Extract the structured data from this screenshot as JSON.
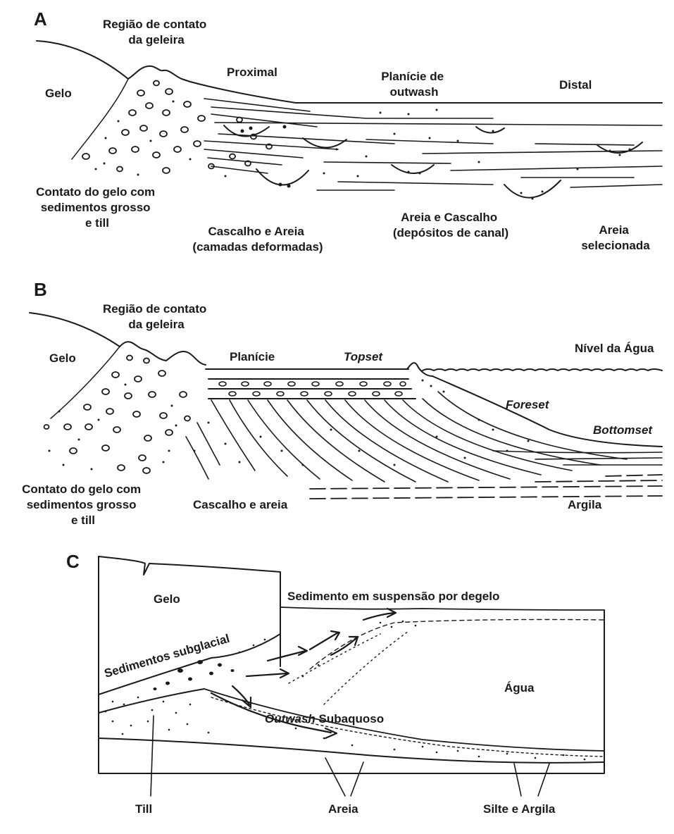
{
  "panel_a": {
    "letter": "A",
    "contact_region": [
      "Região de contato",
      "da geleira"
    ],
    "ice": "Gelo",
    "proximal": "Proximal",
    "outwash_plain": [
      "Planície de",
      "outwash"
    ],
    "distal": "Distal",
    "ice_contact": [
      "Contato do gelo com",
      "sedimentos grosso",
      "e till"
    ],
    "gravel_sand": [
      "Cascalho e Areia",
      "(camadas deformadas)"
    ],
    "sand_gravel": [
      "Areia e Cascalho",
      "(depósitos de canal)"
    ],
    "sorted_sand": [
      "Areia",
      "selecionada"
    ]
  },
  "panel_b": {
    "letter": "B",
    "contact_region": [
      "Região de contato",
      "da geleira"
    ],
    "ice": "Gelo",
    "plain": "Planície",
    "topset": "Topset",
    "water_level": "Nível da Água",
    "foreset": "Foreset",
    "bottomset": "Bottomset",
    "ice_contact": [
      "Contato do gelo com",
      "sedimentos grosso",
      "e till"
    ],
    "gravel_sand": "Cascalho e areia",
    "clay": "Argila"
  },
  "panel_c": {
    "letter": "C",
    "ice": "Gelo",
    "suspended": "Sedimento em suspensão por degelo",
    "subglacial": "Sedimentos subglacial",
    "water": "Água",
    "outwash_italic": "Outwash",
    "outwash_rest": "Subaquoso",
    "till": "Till",
    "sand": "Areia",
    "silt_clay": "Silte e Argila"
  }
}
